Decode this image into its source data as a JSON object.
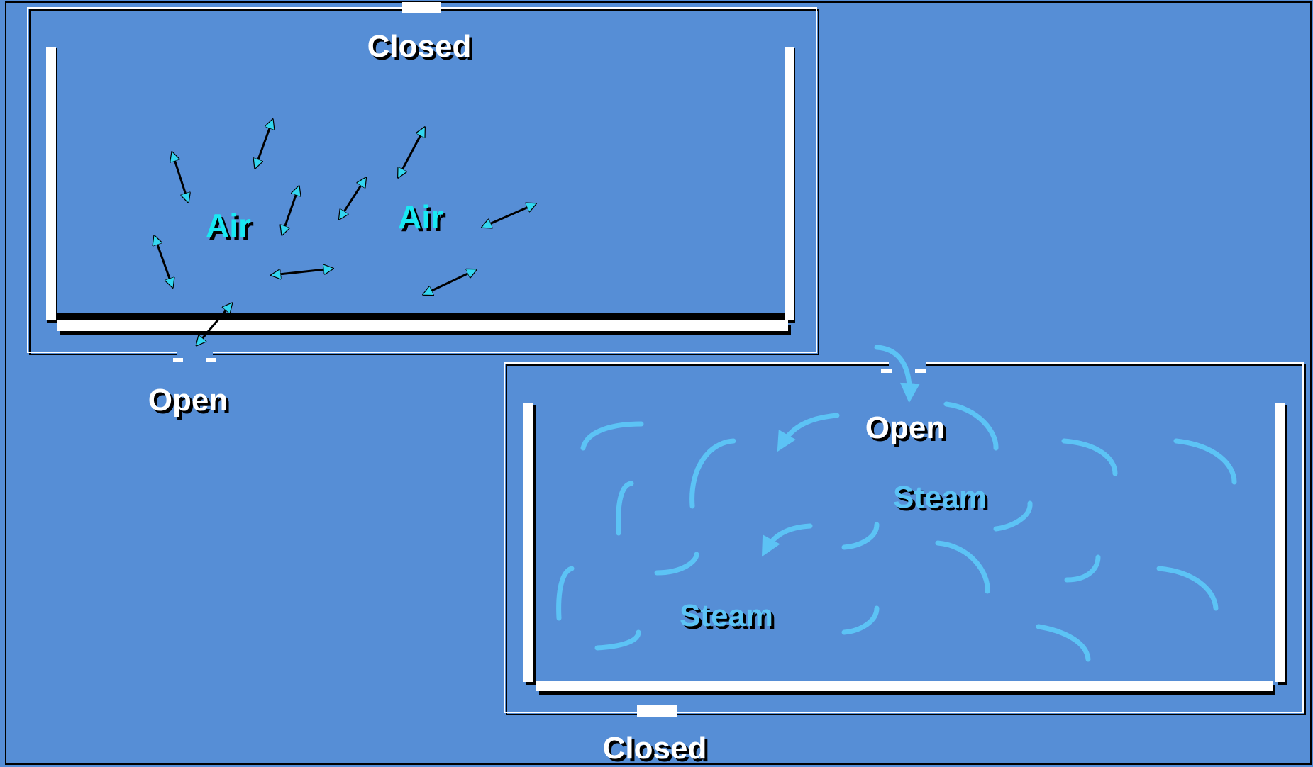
{
  "colors": {
    "background": "#568ED6",
    "wall": "#FFFFFF",
    "shadow": "#000000",
    "air_text": "#19E8F3",
    "air_arrow": "#33D6F0",
    "steam": "#5CC3F5"
  },
  "top_container": {
    "valve_top_label": "Closed",
    "valve_bottom_label": "Open",
    "gas_labels": [
      "Air",
      "Air"
    ]
  },
  "bottom_container": {
    "valve_top_label": "Open",
    "valve_bottom_label": "Closed",
    "gas_labels": [
      "Steam",
      "Steam"
    ]
  }
}
